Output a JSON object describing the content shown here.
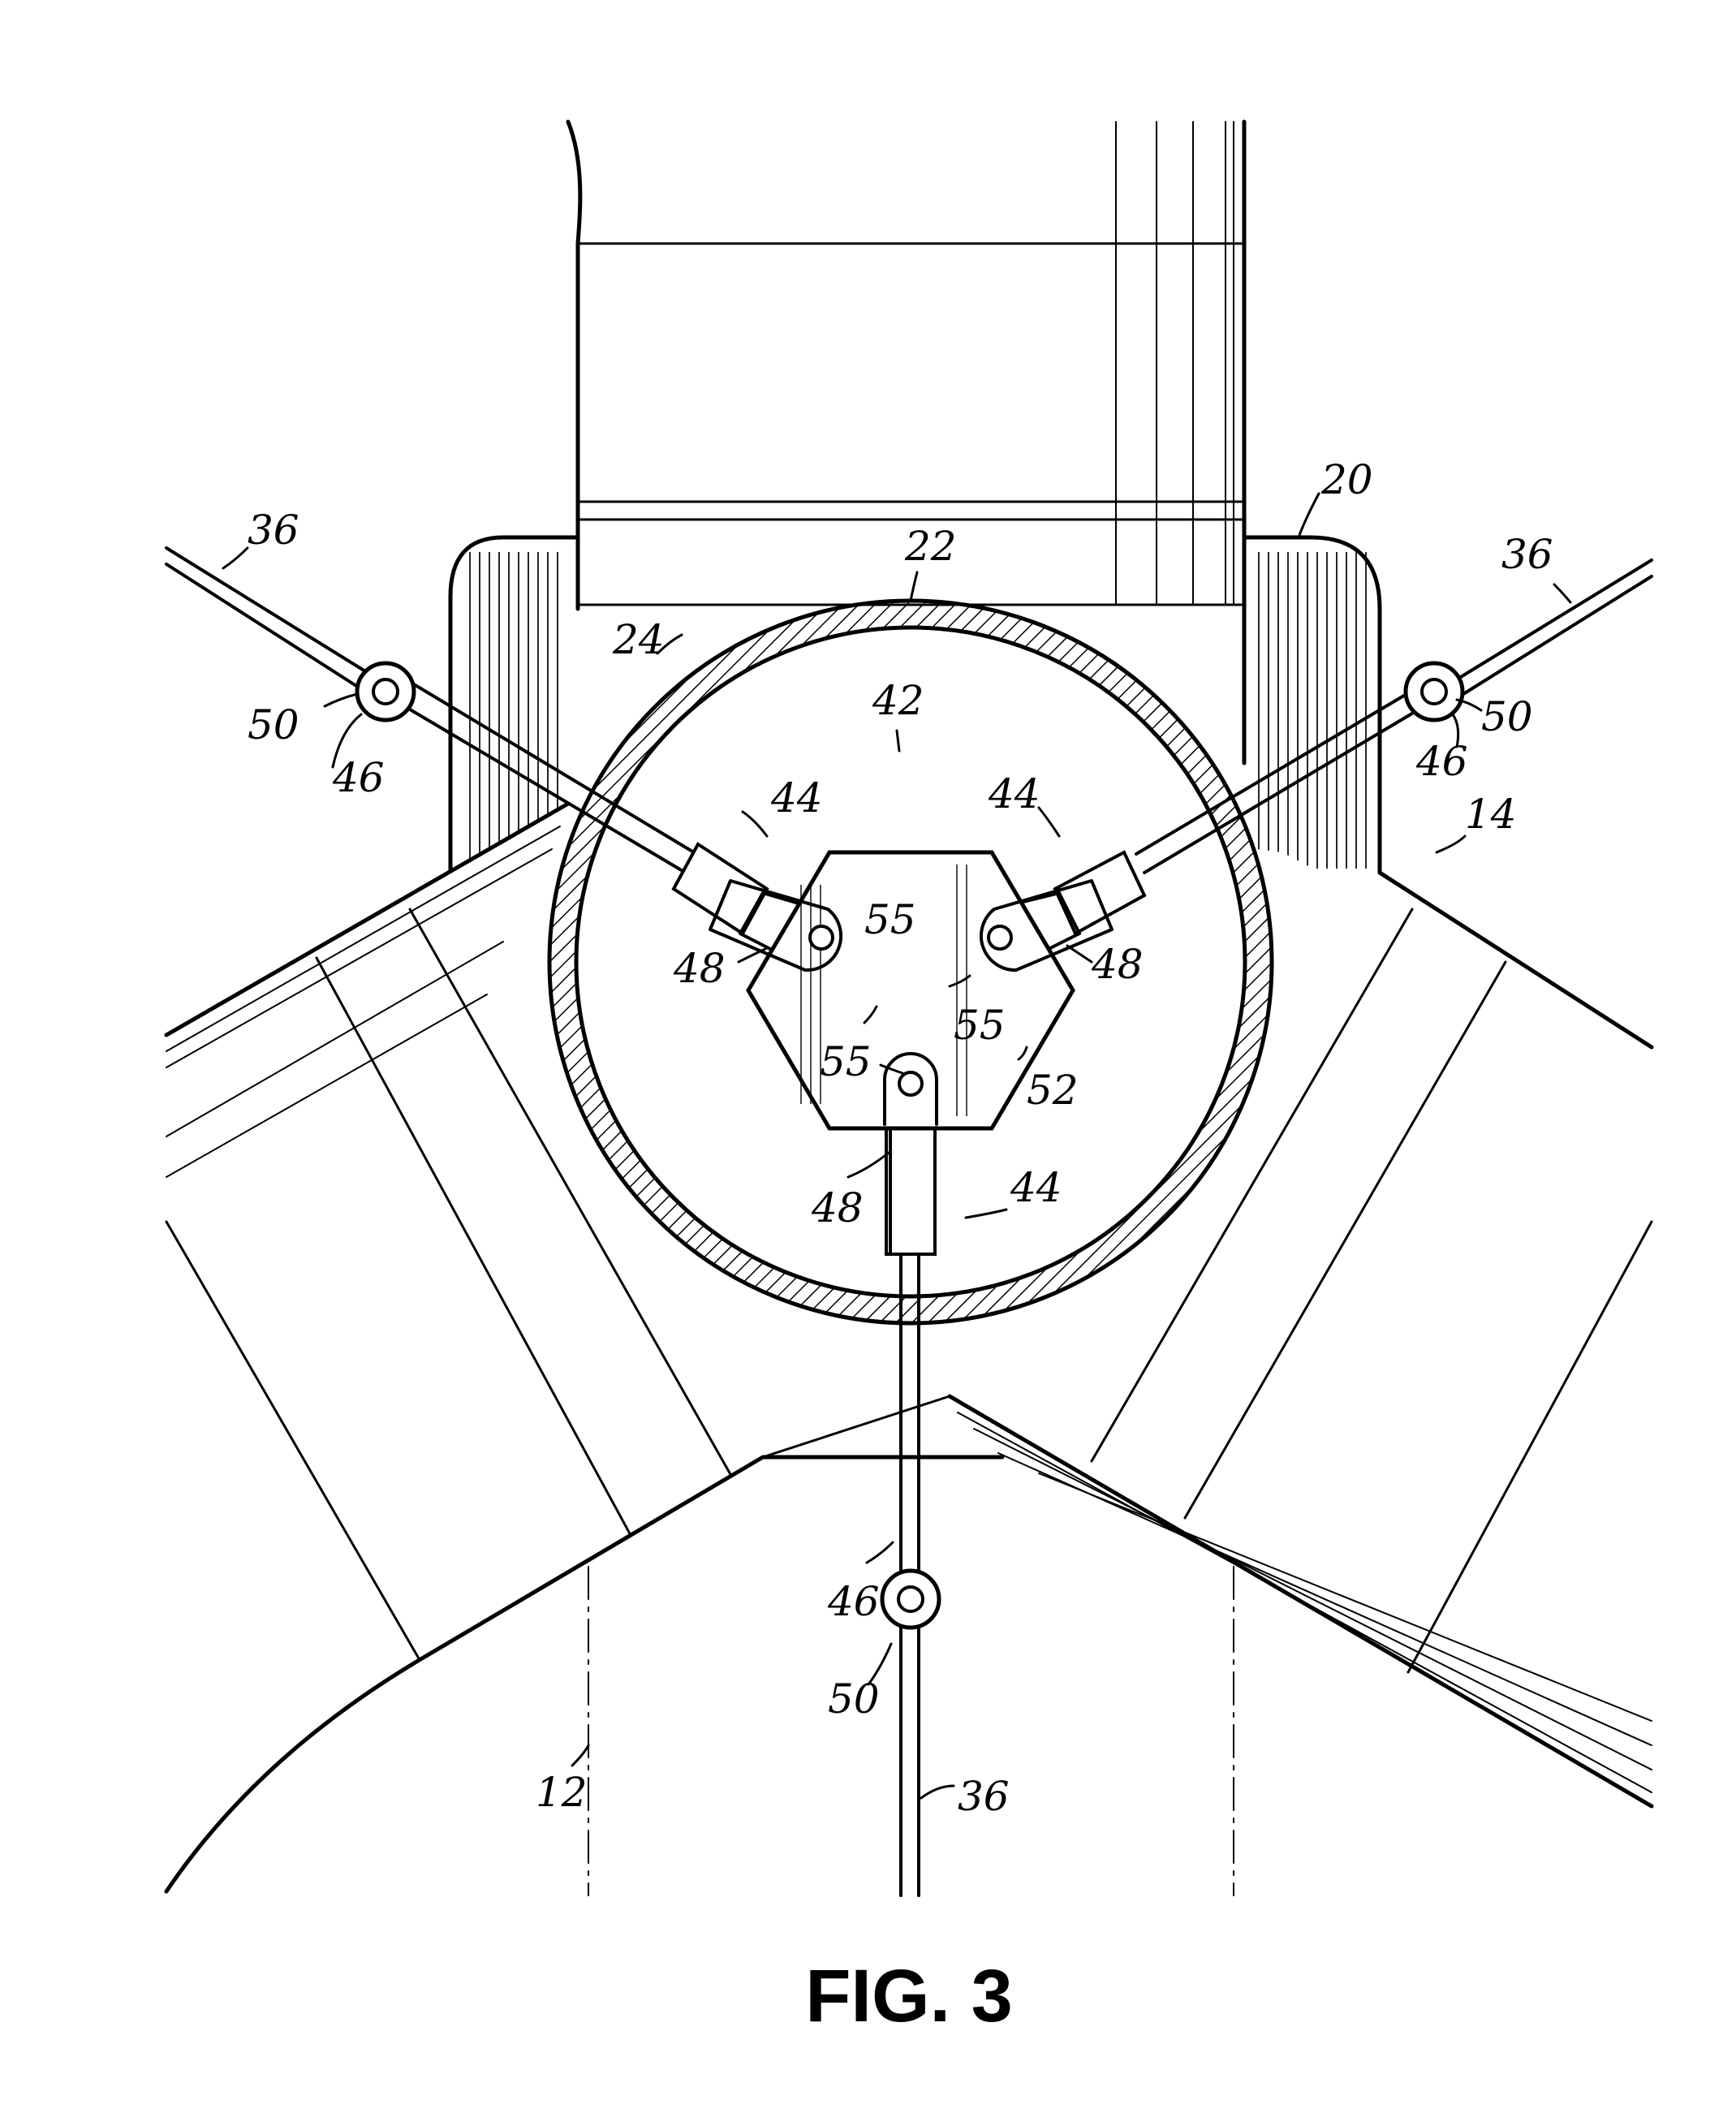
{
  "caption": "FIG. 3",
  "refs": {
    "r12": "12",
    "r14": "14",
    "r20": "20",
    "r22": "22",
    "r24": "24",
    "r36_left": "36",
    "r36_right": "36",
    "r36_bottom": "36",
    "r42": "42",
    "r44_left": "44",
    "r44_right": "44",
    "r44_bottom": "44",
    "r46_left": "46",
    "r46_right": "46",
    "r46_bottom": "46",
    "r48_left": "48",
    "r48_right": "48",
    "r48_bottom": "48",
    "r50_left": "50",
    "r50_right": "50",
    "r50_bottom": "50",
    "r52": "52",
    "r55_left": "55",
    "r55_right": "55",
    "r55_bottom": "55"
  }
}
